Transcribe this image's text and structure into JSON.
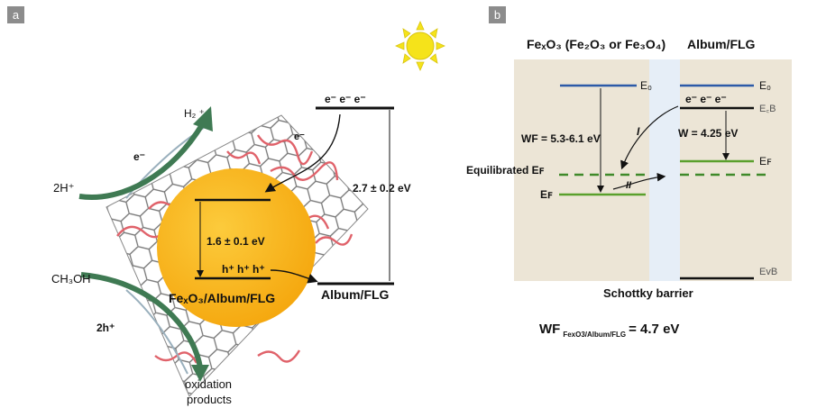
{
  "panel_a": {
    "label": "a",
    "electrons_top": "e⁻ e⁻ e⁻",
    "electron_side": "e⁻",
    "electron_left": "e⁻",
    "h2": "H₂ ⁺",
    "two_h_plus": "2H⁺",
    "methanol": "CH₃OH",
    "two_h": "2h⁺",
    "gap_small": "1.6 ± 0.1 eV",
    "holes": "h⁺ h⁺ h⁺",
    "gap_large": "2.7 ± 0.2 eV",
    "composite_label": "FeₓO₃/Album/FLG",
    "album_label": "Album/FLG",
    "oxidation_1": "oxidation",
    "oxidation_2": "products"
  },
  "panel_b": {
    "label": "b",
    "left_title": "FeₓO₃ (Fe₂O₃ or Fe₃O₄)",
    "right_title": "Album/FLG",
    "e0_left": "E₀",
    "e0_right": "E₀",
    "ecb": "E꜀B",
    "electrons": "e⁻ e⁻ e⁻",
    "wf_left": "WF = 5.3-6.1 eV",
    "w_right": "W = 4.25 eV",
    "path_i": "I",
    "path_ii": "II",
    "equilibrated": "Equilibrated Eꜰ",
    "ef_left": "Eꜰ",
    "ef_right": "Eꜰ",
    "evb": "EᴠB",
    "schottky": "Schottky barrier",
    "wf_total_main": "WF",
    "wf_total_sub": "FexO3/Album/FLG",
    "wf_total_value": "= 4.7 eV"
  },
  "colors": {
    "sun": "#f5e31a",
    "particle": "#f7b515",
    "graphene_line": "#666666",
    "protein": "#e0626a",
    "arrow_green": "#3f7a53",
    "level_blue": "#2c5aa8",
    "level_green": "#5aa02c",
    "level_black": "#111111",
    "panel_b_bg": "#ece5d6",
    "barrier_bg": "#e6eef7"
  },
  "icons": [
    "sun-icon",
    "graphene-sheet-icon"
  ]
}
